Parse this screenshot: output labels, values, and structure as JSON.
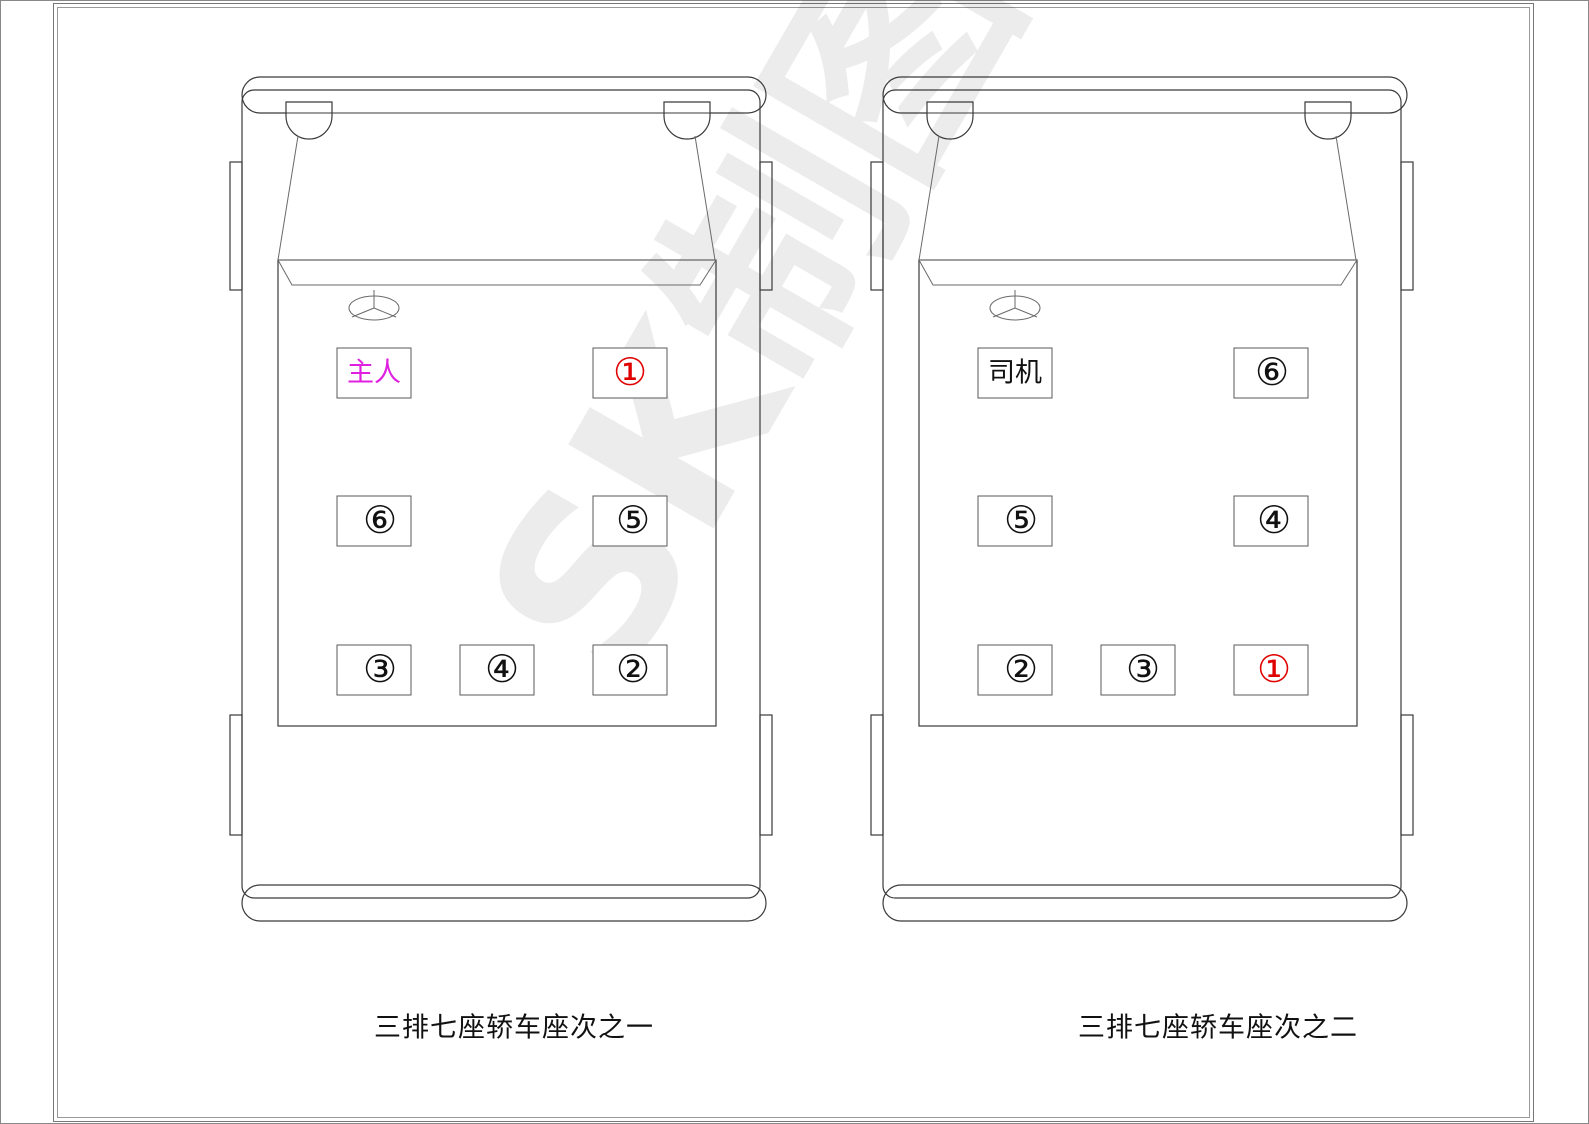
{
  "watermark": "SK制图",
  "colors": {
    "highlight_red": "#e00000",
    "host_magenta": "#e020e0",
    "normal": "#111111"
  },
  "diagrams": [
    {
      "caption": "三排七座轿车座次之一",
      "front_row": [
        {
          "label": "主人",
          "type": "person",
          "color": "#e020e0"
        },
        {
          "label": "①",
          "type": "seat",
          "color": "#e00000"
        }
      ],
      "middle_row": [
        {
          "label": "⑥",
          "type": "seat",
          "color": "#111111"
        },
        {
          "label": "⑤",
          "type": "seat",
          "color": "#111111"
        }
      ],
      "back_row": [
        {
          "label": "③",
          "type": "seat",
          "color": "#111111"
        },
        {
          "label": "④",
          "type": "seat",
          "color": "#111111"
        },
        {
          "label": "②",
          "type": "seat",
          "color": "#111111"
        }
      ]
    },
    {
      "caption": "三排七座轿车座次之二",
      "front_row": [
        {
          "label": "司机",
          "type": "person",
          "color": "#111111"
        },
        {
          "label": "⑥",
          "type": "seat",
          "color": "#111111"
        }
      ],
      "middle_row": [
        {
          "label": "⑤",
          "type": "seat",
          "color": "#111111"
        },
        {
          "label": "④",
          "type": "seat",
          "color": "#111111"
        }
      ],
      "back_row": [
        {
          "label": "②",
          "type": "seat",
          "color": "#111111"
        },
        {
          "label": "③",
          "type": "seat",
          "color": "#111111"
        },
        {
          "label": "①",
          "type": "seat",
          "color": "#e00000"
        }
      ]
    }
  ]
}
